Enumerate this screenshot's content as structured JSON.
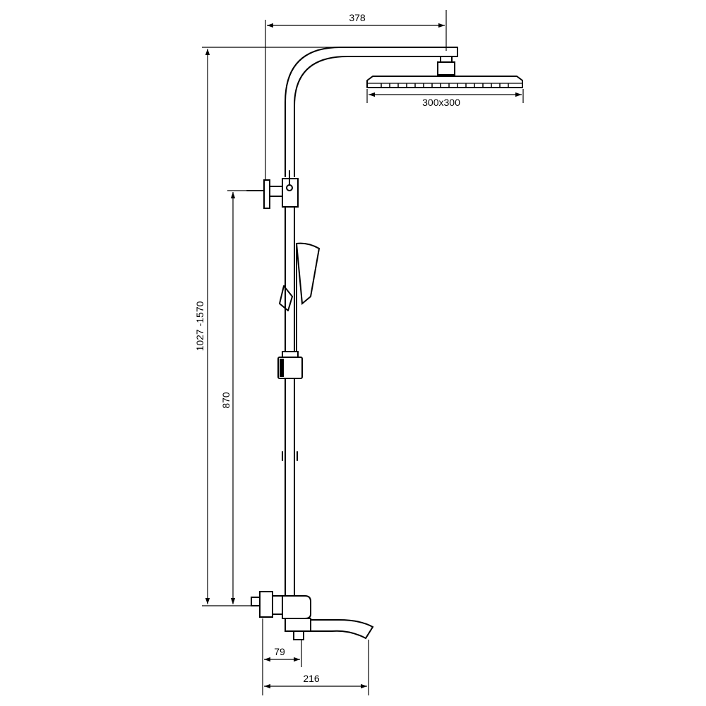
{
  "dimensions": {
    "top_width": "378",
    "head_size": "300x300",
    "total_height": "1027 -1570",
    "riser_height": "870",
    "inlet_offset": "79",
    "spout_reach": "216"
  }
}
